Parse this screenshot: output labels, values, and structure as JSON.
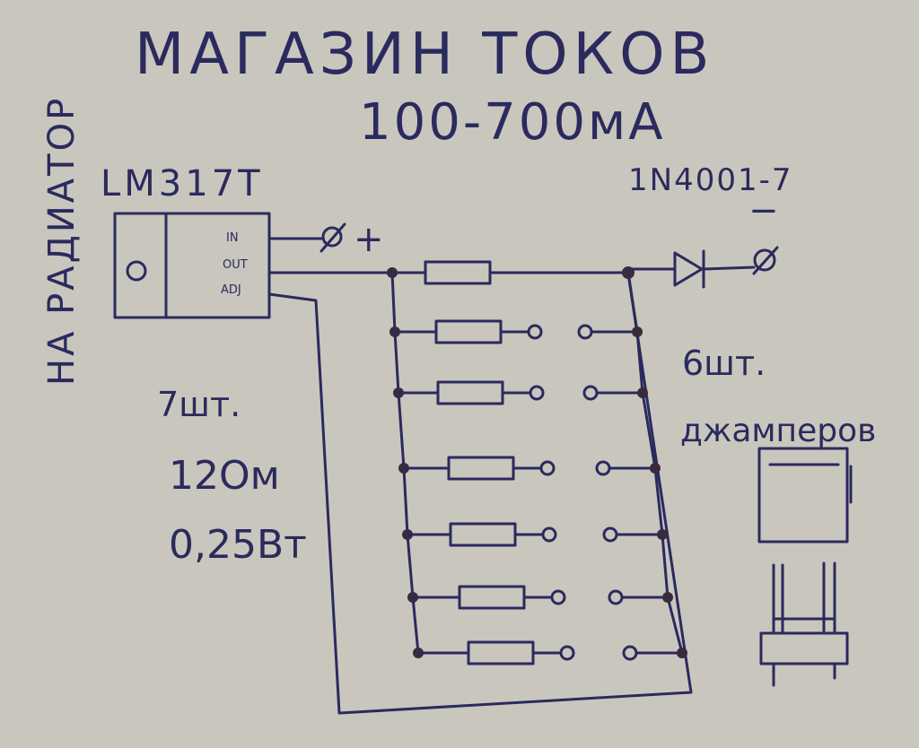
{
  "title": "МАГАЗИН ТОКОВ",
  "range": "100-700мА",
  "side_note": "НА РАДИАТОР",
  "regulator": {
    "name": "LM317T",
    "pins": [
      "IN",
      "OUT",
      "ADJ"
    ]
  },
  "terminals": {
    "plus": "+",
    "minus": "−"
  },
  "diode": "1N4001-7",
  "resistor_spec": {
    "count": "7шт.",
    "value": "12Ом",
    "power": "0,25Вт"
  },
  "jumper_note": {
    "count": "6шт.",
    "name": "джамперов"
  },
  "resistor_count": 7,
  "jumper_count": 6,
  "colors": {
    "paper": "#c9c6bd",
    "ink": "#2b2a5e"
  }
}
